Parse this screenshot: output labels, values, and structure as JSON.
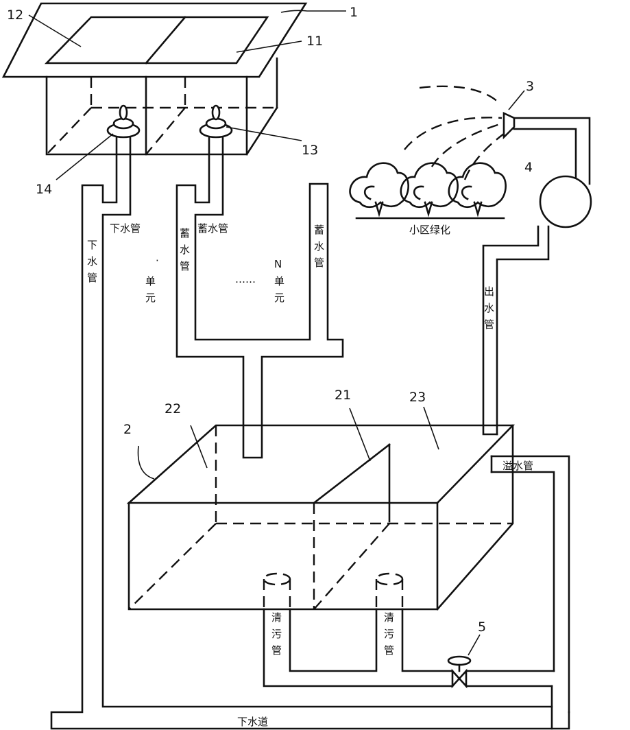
{
  "numbers": {
    "n1": "1",
    "n11": "11",
    "n12": "12",
    "n13": "13",
    "n14": "14",
    "n2": "2",
    "n21": "21",
    "n22": "22",
    "n23": "23",
    "n3": "3",
    "n4": "4",
    "n5": "5"
  },
  "labels": {
    "drain_pipe": "下水管",
    "storage_pipe": "蓄水管",
    "unit_dot": "·",
    "unit_n": "N",
    "unit_chars": [
      "单",
      "元"
    ],
    "ellipsis": "……",
    "greenery": "小区绿化",
    "outlet_pipe": "出水管",
    "overflow_pipe": "溢水管",
    "cleaning_pipe": "清污管",
    "sewer": "下水道"
  }
}
